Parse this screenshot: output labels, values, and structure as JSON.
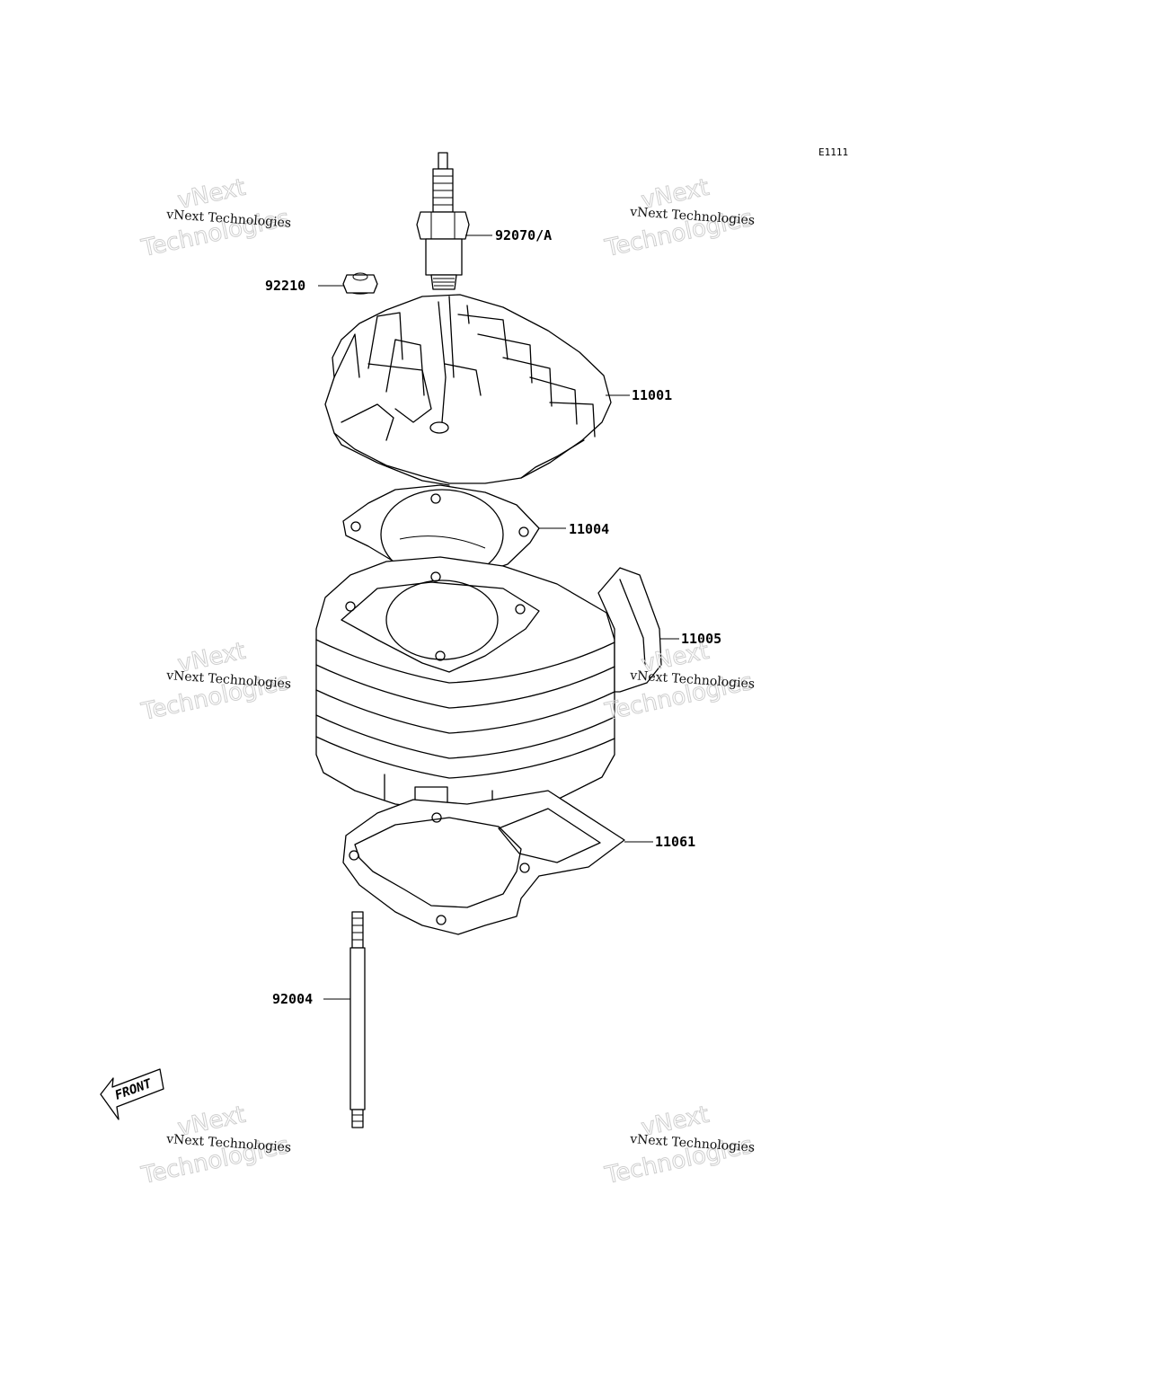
{
  "diagram": {
    "code": "E1111",
    "parts": [
      {
        "id": "spark-plug",
        "number": "92070/A"
      },
      {
        "id": "nut",
        "number": "92210"
      },
      {
        "id": "cylinder-head",
        "number": "11001"
      },
      {
        "id": "head-gasket",
        "number": "11004"
      },
      {
        "id": "cylinder",
        "number": "11005"
      },
      {
        "id": "base-gasket",
        "number": "11061"
      },
      {
        "id": "stud",
        "number": "92004"
      }
    ],
    "front_label": "FRONT"
  },
  "watermark": {
    "small": "vNext Technologies",
    "big_top": "vNext",
    "big_bottom": "Technologies"
  }
}
